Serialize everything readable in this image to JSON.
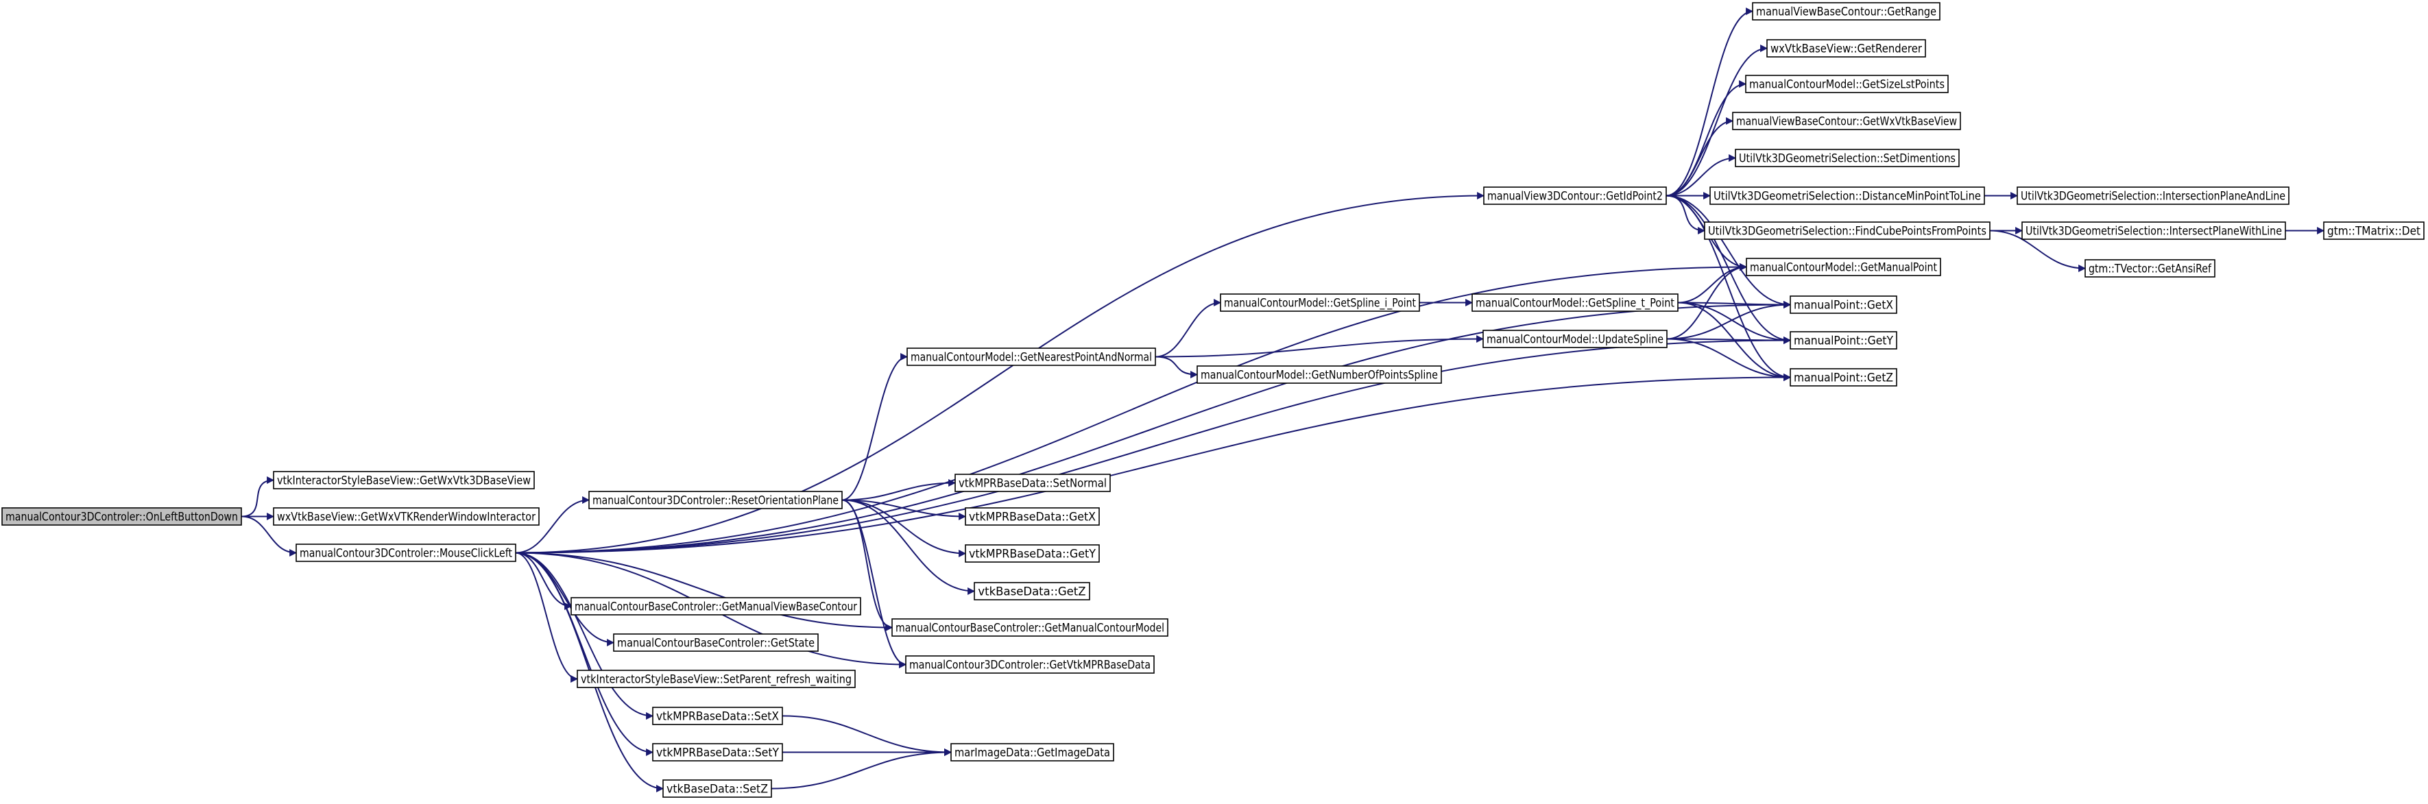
{
  "colors": {
    "edge": "#191970",
    "node_fill": "#ffffff",
    "root_fill": "#bfbfbf",
    "node_border": "#000000"
  },
  "nodes": [
    {
      "id": "n0",
      "label": "manualContour3DControler::OnLeftButtonDown",
      "root": true
    },
    {
      "id": "n1",
      "label": "vtkInteractorStyleBaseView::GetWxVtk3DBaseView"
    },
    {
      "id": "n2",
      "label": "wxVtkBaseView::GetWxVTKRenderWindowInteractor"
    },
    {
      "id": "n3",
      "label": "manualContour3DControler::MouseClickLeft"
    },
    {
      "id": "n4",
      "label": "manualContour3DControler::ResetOrientationPlane"
    },
    {
      "id": "n5",
      "label": "manualContourBaseControler::GetManualViewBaseContour"
    },
    {
      "id": "n6",
      "label": "manualContourBaseControler::GetState"
    },
    {
      "id": "n7",
      "label": "vtkInteractorStyleBaseView::SetParent_refresh_waiting"
    },
    {
      "id": "n8",
      "label": "vtkMPRBaseData::SetX"
    },
    {
      "id": "n9",
      "label": "vtkMPRBaseData::SetY"
    },
    {
      "id": "n10",
      "label": "vtkBaseData::SetZ"
    },
    {
      "id": "n11",
      "label": "manualContourModel::GetNearestPointAndNormal"
    },
    {
      "id": "n12",
      "label": "vtkMPRBaseData::SetNormal"
    },
    {
      "id": "n13",
      "label": "vtkMPRBaseData::GetX"
    },
    {
      "id": "n14",
      "label": "vtkMPRBaseData::GetY"
    },
    {
      "id": "n15",
      "label": "vtkBaseData::GetZ"
    },
    {
      "id": "n16",
      "label": "manualContourBaseControler::GetManualContourModel"
    },
    {
      "id": "n17",
      "label": "manualContour3DControler::GetVtkMPRBaseData"
    },
    {
      "id": "n18",
      "label": "marImageData::GetImageData"
    },
    {
      "id": "n19",
      "label": "manualContourModel::GetSpline_i_Point"
    },
    {
      "id": "n20",
      "label": "manualContourModel::GetNumberOfPointsSpline"
    },
    {
      "id": "n21",
      "label": "manualContourModel::GetSpline_t_Point"
    },
    {
      "id": "n22",
      "label": "manualContourModel::UpdateSpline"
    },
    {
      "id": "n23",
      "label": "manualView3DContour::GetIdPoint2"
    },
    {
      "id": "n24",
      "label": "manualViewBaseContour::GetRange"
    },
    {
      "id": "n25",
      "label": "wxVtkBaseView::GetRenderer"
    },
    {
      "id": "n26",
      "label": "manualContourModel::GetSizeLstPoints"
    },
    {
      "id": "n27",
      "label": "manualViewBaseContour::GetWxVtkBaseView"
    },
    {
      "id": "n28",
      "label": "UtilVtk3DGeometriSelection::SetDimentions"
    },
    {
      "id": "n29",
      "label": "UtilVtk3DGeometriSelection::DistanceMinPointToLine"
    },
    {
      "id": "n30",
      "label": "UtilVtk3DGeometriSelection::FindCubePointsFromPoints"
    },
    {
      "id": "n31",
      "label": "manualContourModel::GetManualPoint"
    },
    {
      "id": "n32",
      "label": "manualPoint::GetX"
    },
    {
      "id": "n33",
      "label": "manualPoint::GetY"
    },
    {
      "id": "n34",
      "label": "manualPoint::GetZ"
    },
    {
      "id": "n35",
      "label": "UtilVtk3DGeometriSelection::IntersectionPlaneAndLine"
    },
    {
      "id": "n36",
      "label": "UtilVtk3DGeometriSelection::IntersectPlaneWithLine"
    },
    {
      "id": "n37",
      "label": "gtm::TVector::GetAnsiRef"
    },
    {
      "id": "n38",
      "label": "gtm::TMatrix::Det"
    }
  ],
  "edges": [
    [
      "n0",
      "n1"
    ],
    [
      "n0",
      "n2"
    ],
    [
      "n0",
      "n3"
    ],
    [
      "n3",
      "n23"
    ],
    [
      "n3",
      "n31"
    ],
    [
      "n3",
      "n32"
    ],
    [
      "n3",
      "n33"
    ],
    [
      "n3",
      "n34"
    ],
    [
      "n3",
      "n4"
    ],
    [
      "n3",
      "n5"
    ],
    [
      "n3",
      "n6"
    ],
    [
      "n3",
      "n7"
    ],
    [
      "n3",
      "n8"
    ],
    [
      "n3",
      "n9"
    ],
    [
      "n3",
      "n10"
    ],
    [
      "n3",
      "n16"
    ],
    [
      "n3",
      "n17"
    ],
    [
      "n4",
      "n11"
    ],
    [
      "n4",
      "n12"
    ],
    [
      "n4",
      "n13"
    ],
    [
      "n4",
      "n14"
    ],
    [
      "n4",
      "n15"
    ],
    [
      "n4",
      "n16"
    ],
    [
      "n4",
      "n17"
    ],
    [
      "n8",
      "n18"
    ],
    [
      "n9",
      "n18"
    ],
    [
      "n10",
      "n18"
    ],
    [
      "n11",
      "n19"
    ],
    [
      "n11",
      "n22"
    ],
    [
      "n11",
      "n20"
    ],
    [
      "n19",
      "n21"
    ],
    [
      "n21",
      "n31"
    ],
    [
      "n21",
      "n32"
    ],
    [
      "n21",
      "n33"
    ],
    [
      "n21",
      "n34"
    ],
    [
      "n22",
      "n31"
    ],
    [
      "n22",
      "n32"
    ],
    [
      "n22",
      "n33"
    ],
    [
      "n22",
      "n34"
    ],
    [
      "n23",
      "n24"
    ],
    [
      "n23",
      "n25"
    ],
    [
      "n23",
      "n26"
    ],
    [
      "n23",
      "n27"
    ],
    [
      "n23",
      "n28"
    ],
    [
      "n23",
      "n29"
    ],
    [
      "n23",
      "n30"
    ],
    [
      "n23",
      "n31"
    ],
    [
      "n23",
      "n32"
    ],
    [
      "n23",
      "n33"
    ],
    [
      "n23",
      "n34"
    ],
    [
      "n29",
      "n35"
    ],
    [
      "n30",
      "n36"
    ],
    [
      "n30",
      "n37"
    ],
    [
      "n36",
      "n38"
    ]
  ]
}
